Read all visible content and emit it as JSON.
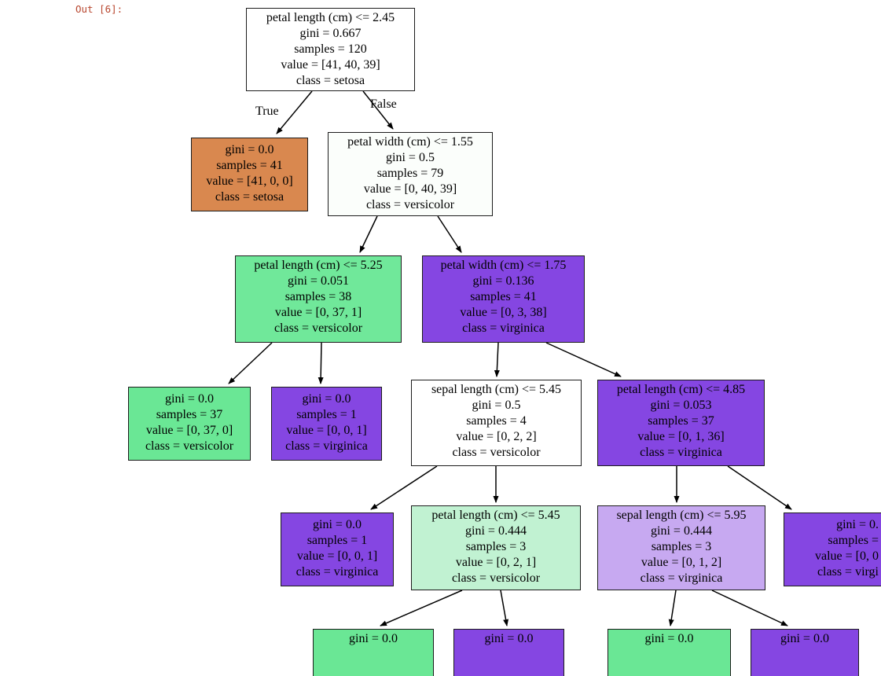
{
  "output_label": "Out [6]:",
  "edge_labels": {
    "true_label": "True",
    "false_label": "False"
  },
  "colors": {
    "background": "#ffffff",
    "out_prompt_red": "#b8472f",
    "node_border": "#1c1c1c",
    "edge_black": "#000000",
    "setosa_orange": "#d9884f",
    "versicolor_green": "#6ae795",
    "versicolor_green_light": "#c1f2d2",
    "virginica_purple": "#8546e2",
    "virginica_purple_light": "#c7a9f1",
    "undecided_white": "#ffffff",
    "near_white": "#fbfefb"
  },
  "tree": {
    "nodes": [
      {
        "id": "root",
        "lines": [
          "petal length (cm) <= 2.45",
          "gini = 0.667",
          "samples = 120",
          "value = [41, 40, 39]",
          "class = setosa"
        ]
      },
      {
        "id": "setosa-leaf",
        "lines": [
          "gini = 0.0",
          "samples = 41",
          "value = [41, 0, 0]",
          "class = setosa"
        ]
      },
      {
        "id": "petal-width-1-55",
        "lines": [
          "petal width (cm) <= 1.55",
          "gini = 0.5",
          "samples = 79",
          "value = [0, 40, 39]",
          "class = versicolor"
        ]
      },
      {
        "id": "petal-length-5-25",
        "lines": [
          "petal length (cm) <= 5.25",
          "gini = 0.051",
          "samples = 38",
          "value = [0, 37, 1]",
          "class = versicolor"
        ]
      },
      {
        "id": "petal-width-1-75",
        "lines": [
          "petal width (cm) <= 1.75",
          "gini = 0.136",
          "samples = 41",
          "value = [0, 3, 38]",
          "class = virginica"
        ]
      },
      {
        "id": "versicolor-leaf-37",
        "lines": [
          "gini = 0.0",
          "samples = 37",
          "value = [0, 37, 0]",
          "class = versicolor"
        ]
      },
      {
        "id": "virginica-leaf-1a",
        "lines": [
          "gini = 0.0",
          "samples = 1",
          "value = [0, 0, 1]",
          "class = virginica"
        ]
      },
      {
        "id": "sepal-length-5-45",
        "lines": [
          "sepal length (cm) <= 5.45",
          "gini = 0.5",
          "samples = 4",
          "value = [0, 2, 2]",
          "class = versicolor"
        ]
      },
      {
        "id": "petal-length-4-85",
        "lines": [
          "petal length (cm) <= 4.85",
          "gini = 0.053",
          "samples = 37",
          "value = [0, 1, 36]",
          "class = virginica"
        ]
      },
      {
        "id": "virginica-leaf-1b",
        "lines": [
          "gini = 0.0",
          "samples = 1",
          "value = [0, 0, 1]",
          "class = virginica"
        ]
      },
      {
        "id": "petal-length-5-45",
        "lines": [
          "petal length (cm) <= 5.45",
          "gini = 0.444",
          "samples = 3",
          "value = [0, 2, 1]",
          "class = versicolor"
        ]
      },
      {
        "id": "sepal-length-5-95",
        "lines": [
          "sepal length (cm) <= 5.95",
          "gini = 0.444",
          "samples = 3",
          "value = [0, 1, 2]",
          "class = virginica"
        ]
      },
      {
        "id": "virginica-leaf-clipped",
        "lines": [
          "gini = 0.",
          "samples =",
          "value = [0, 0",
          "class = virgi"
        ]
      },
      {
        "id": "bottom-leaf-1",
        "lines": [
          "gini = 0.0"
        ]
      },
      {
        "id": "bottom-leaf-2",
        "lines": [
          "gini = 0.0"
        ]
      },
      {
        "id": "bottom-leaf-3",
        "lines": [
          "gini = 0.0"
        ]
      },
      {
        "id": "bottom-leaf-4",
        "lines": [
          "gini = 0.0"
        ]
      }
    ]
  }
}
